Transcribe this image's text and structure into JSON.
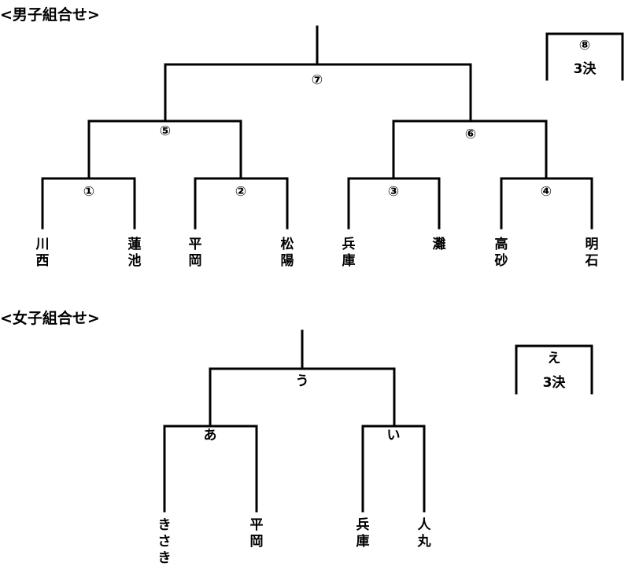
{
  "men": {
    "heading": "<男子組合せ>",
    "matches": {
      "m1": "①",
      "m2": "②",
      "m3": "③",
      "m4": "④",
      "m5": "⑤",
      "m6": "⑥",
      "m7": "⑦",
      "m8": "⑧"
    },
    "third_place_label": "3決",
    "teams": [
      [
        "川",
        "西"
      ],
      [
        "蓮",
        "池"
      ],
      [
        "平",
        "岡"
      ],
      [
        "松",
        "陽"
      ],
      [
        "兵",
        "庫"
      ],
      [
        "灘"
      ],
      [
        "高",
        "砂"
      ],
      [
        "明",
        "石"
      ]
    ]
  },
  "women": {
    "heading": "<女子組合せ>",
    "matches": {
      "a": "あ",
      "i": "い",
      "u": "う",
      "e": "え"
    },
    "third_place_label": "3決",
    "teams": [
      [
        "き",
        "さ",
        "き"
      ],
      [
        "平",
        "岡"
      ],
      [
        "兵",
        "庫"
      ],
      [
        "人",
        "丸"
      ]
    ]
  }
}
